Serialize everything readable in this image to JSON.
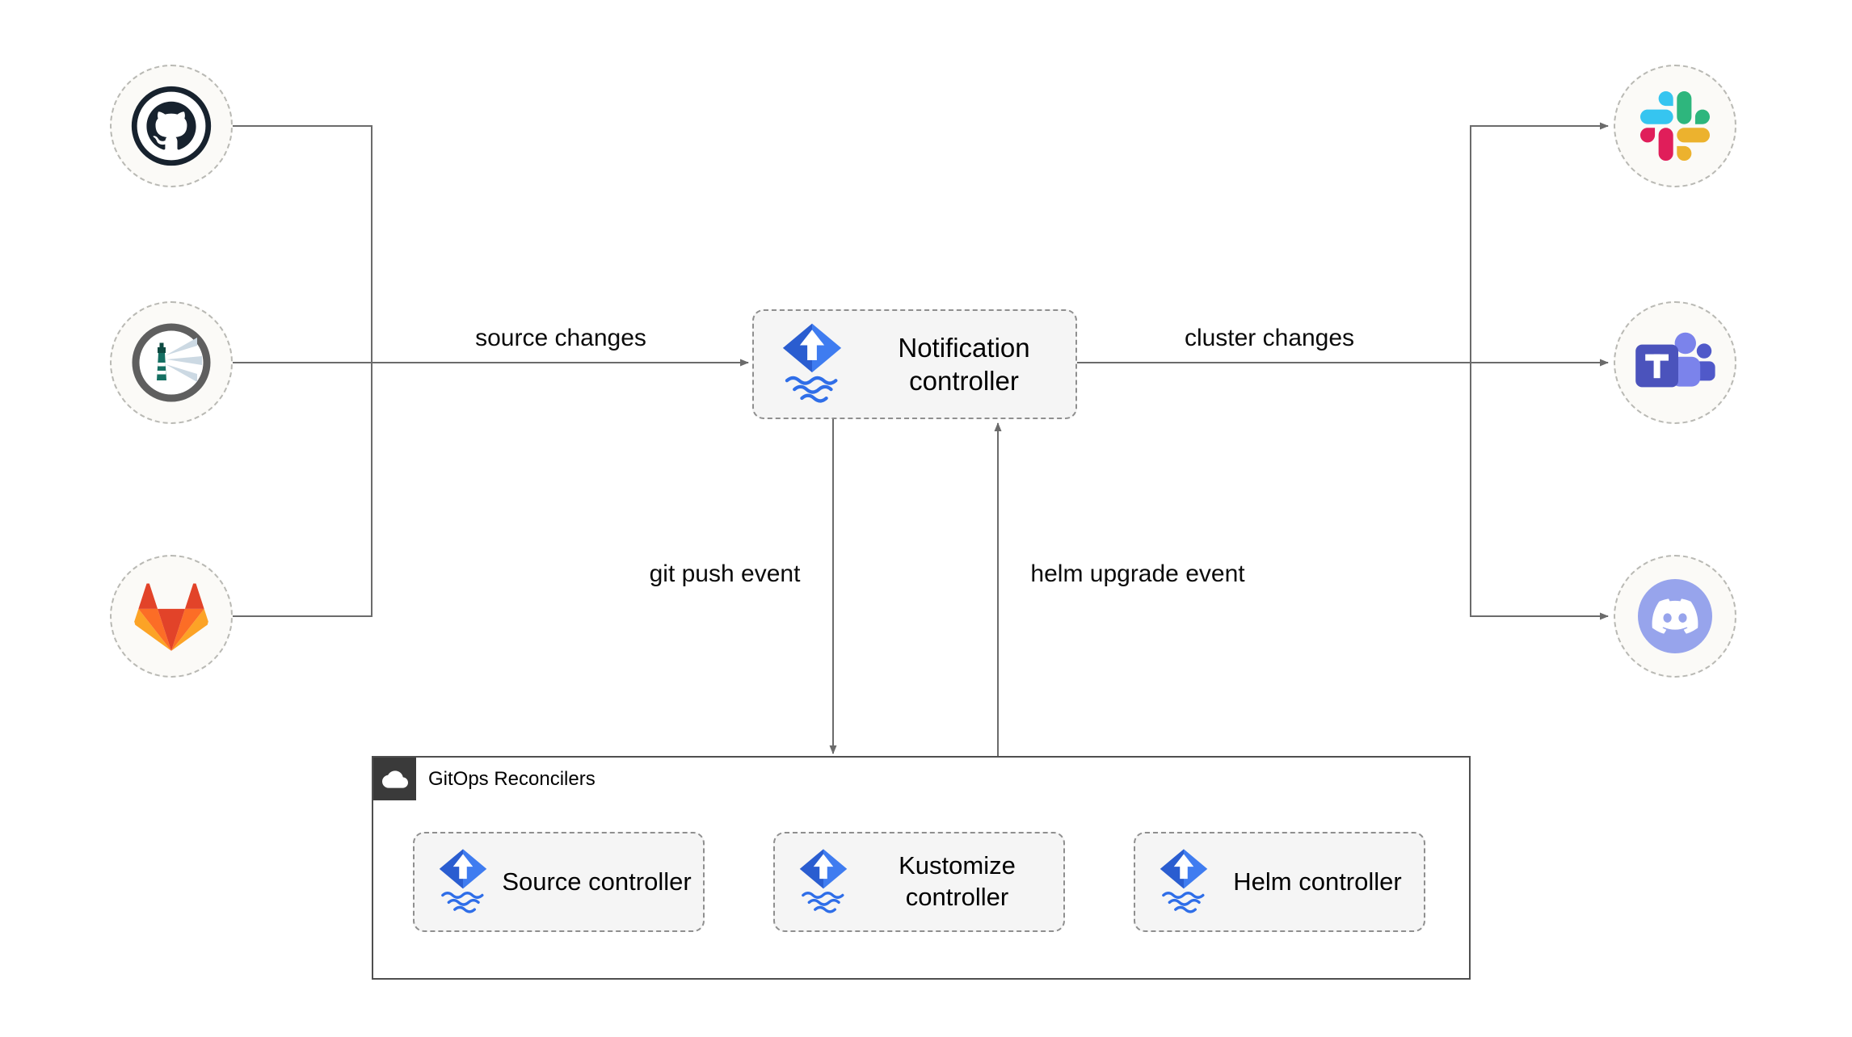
{
  "diagram": {
    "nodes": {
      "notification": {
        "label": "Notification controller",
        "icon": "flux-icon"
      },
      "source": {
        "label": "Source controller",
        "icon": "flux-icon"
      },
      "kustomize": {
        "label": "Kustomize controller",
        "icon": "flux-icon"
      },
      "helm": {
        "label": "Helm controller",
        "icon": "flux-icon"
      }
    },
    "group": {
      "label": "GitOps Reconcilers",
      "icon": "cloud-icon"
    },
    "edges": [
      {
        "label": "source changes",
        "from": "sources",
        "to": "notification-controller"
      },
      {
        "label": "cluster changes",
        "from": "notification-controller",
        "to": "notification-providers"
      },
      {
        "label": "git push event",
        "from": "notification-controller",
        "to": "gitops-reconcilers"
      },
      {
        "label": "helm upgrade event",
        "from": "gitops-reconcilers",
        "to": "notification-controller"
      }
    ],
    "sources": [
      {
        "name": "GitHub",
        "icon": "github-icon"
      },
      {
        "name": "Harbor",
        "icon": "harbor-icon"
      },
      {
        "name": "GitLab",
        "icon": "gitlab-icon"
      }
    ],
    "providers": [
      {
        "name": "Slack",
        "icon": "slack-icon"
      },
      {
        "name": "Microsoft Teams",
        "icon": "teams-icon"
      },
      {
        "name": "Discord",
        "icon": "discord-icon"
      }
    ],
    "colors": {
      "flux_blue": "#2F6EE8",
      "connector": "#6B6B6B",
      "node_fill": "#F5F5F5",
      "github_dark": "#17222E",
      "slack_blue": "#36C5F0",
      "slack_green": "#2EB67D",
      "slack_yellow": "#ECB22E",
      "slack_red": "#E01E5A",
      "gitlab_red": "#E24329",
      "gitlab_orange": "#FC6D26",
      "gitlab_yellow": "#FCA326",
      "teams_purple": "#4B53BC",
      "discord_circle": "#97A4EC"
    }
  }
}
